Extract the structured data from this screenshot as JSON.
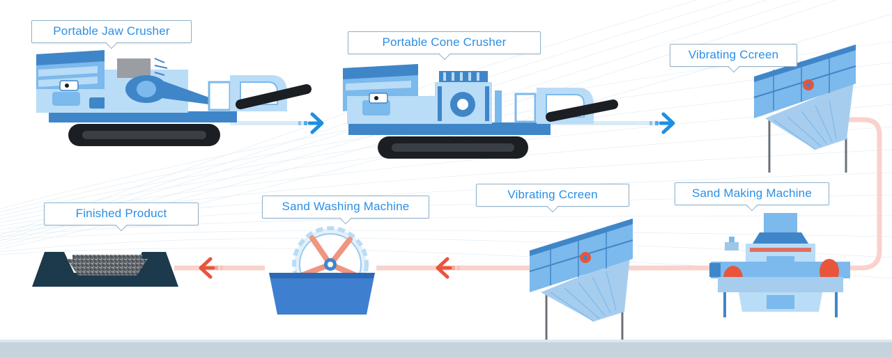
{
  "stages": {
    "portable_jaw_crusher": "Portable Jaw Crusher",
    "portable_cone_crusher": "Portable Cone Crusher",
    "vibrating_screen_top": "Vibrating Ccreen",
    "sand_making_machine": "Sand Making Machine",
    "vibrating_screen_bottom": "Vibrating Ccreen",
    "sand_washing_machine": "Sand Washing Machine",
    "finished_product": "Finished Product"
  },
  "colors": {
    "machine_light": "#b9dcf7",
    "machine_mid": "#7cb9ec",
    "machine_dark": "#3f86c8",
    "track": "#1b1e22",
    "flow_blue_arrow": "#1f8fe0",
    "flow_red_arrow": "#e8553b",
    "flow_pink_line": "#f9d2cb",
    "product_base": "#1d3a4c",
    "washer_tank": "#3e7fd0",
    "label_text": "#2a8fe6",
    "label_border": "#8fb0c8"
  },
  "icons": [
    "right-arrow-icon",
    "left-arrow-icon"
  ]
}
